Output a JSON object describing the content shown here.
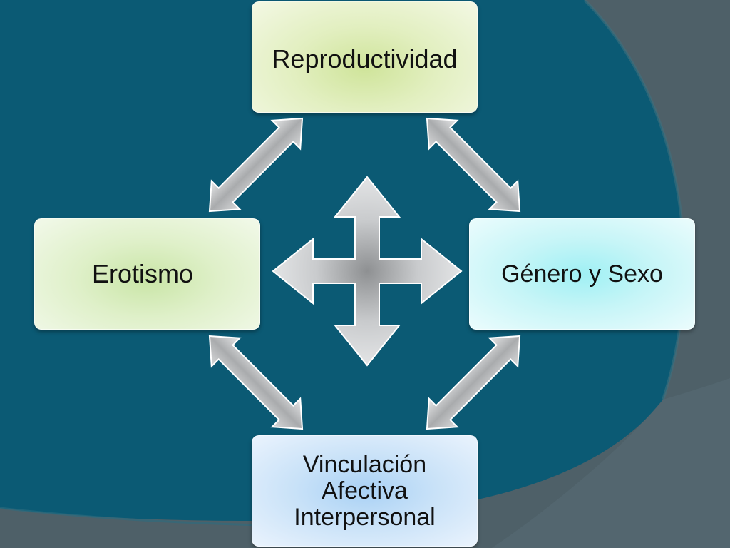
{
  "diagram": {
    "nodes": {
      "top": "Reproductividad",
      "left": "Erotismo",
      "right": "Género y Sexo",
      "bottom": "Vinculación\nAfectiva\nInterpersonal"
    },
    "colors": {
      "background": "#0b5a74",
      "top_box": "#d8ea9f",
      "left_box": "#d6edb8",
      "right_box": "#b4f2f5",
      "bottom_box": "#b9daf7",
      "arrow": "#cfd1d3"
    },
    "connectors": [
      {
        "from": "top",
        "to": "left",
        "type": "double-arrow"
      },
      {
        "from": "top",
        "to": "right",
        "type": "double-arrow"
      },
      {
        "from": "left",
        "to": "bottom",
        "type": "double-arrow"
      },
      {
        "from": "right",
        "to": "bottom",
        "type": "double-arrow"
      },
      {
        "center": true,
        "type": "four-way-arrow"
      }
    ]
  }
}
